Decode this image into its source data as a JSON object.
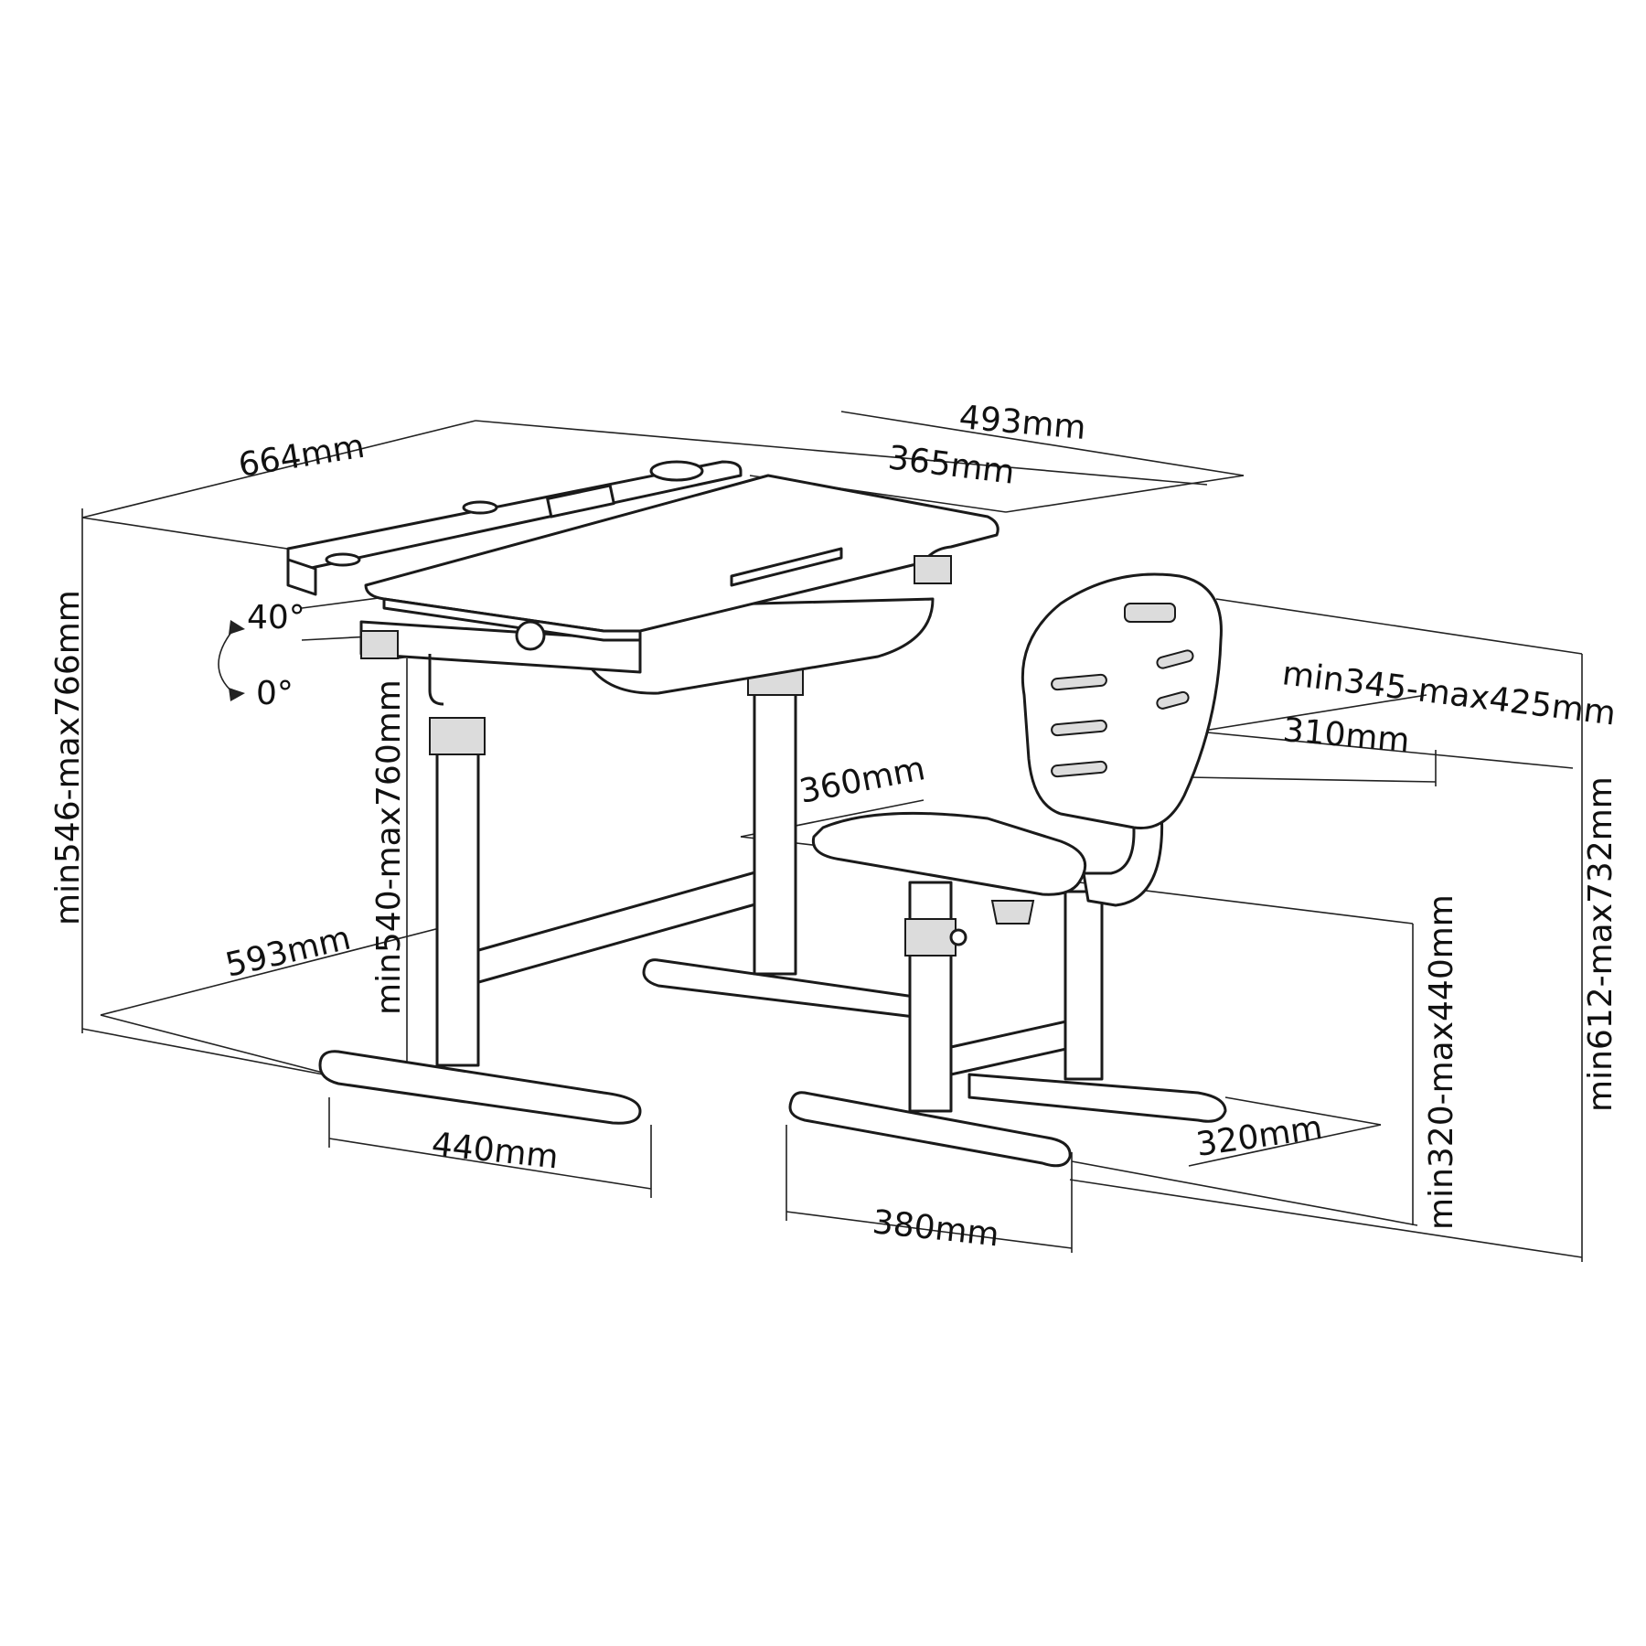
{
  "dimensions": {
    "desk_width": "664mm",
    "desk_depth": "493mm",
    "desktop_panel": "365mm",
    "desk_height": "min546-max766mm",
    "tilt_max": "40°",
    "tilt_min": "0°",
    "frame_height": "min540-max760mm",
    "base_depth": "593mm",
    "desk_foot": "440mm",
    "chair_depth": "360mm",
    "backrest_height": "min345-max425mm",
    "seat_width": "310mm",
    "chair_total_height": "min612-max732mm",
    "seat_height": "min320-max440mm",
    "chair_foot_width": "320mm",
    "chair_foot_length": "380mm"
  },
  "colors": {
    "line": "#1a1a1a",
    "background": "#ffffff"
  }
}
